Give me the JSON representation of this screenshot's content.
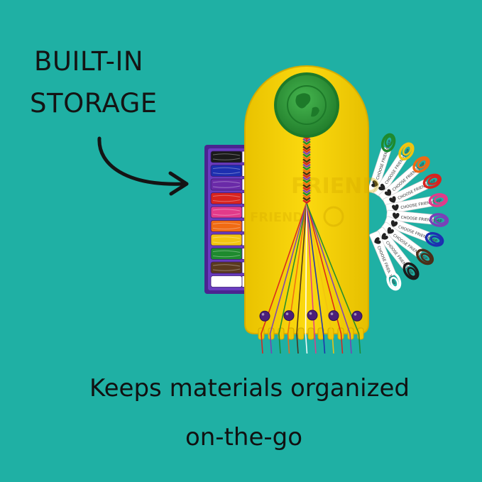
{
  "callout": {
    "line1": "BUILT-IN",
    "line2": "STORAGE"
  },
  "caption": {
    "line1": "Keeps materials organized",
    "line2": "on-the-go"
  },
  "product": {
    "label_text": "CHOOSE FRIENDSHIP",
    "loom_words": [
      "FRIEND",
      "FRIEND"
    ],
    "storage_thread_colors": [
      "#1a1a1a",
      "#1d2fb0",
      "#6a2aa8",
      "#d8231f",
      "#e23a8a",
      "#ef6a13",
      "#f2c40f",
      "#1e8a2e",
      "#5a3a1e",
      "#ffffff"
    ],
    "fan_thread_colors": [
      "#1e8a2e",
      "#f2c40f",
      "#ef6a13",
      "#d8231f",
      "#e23a8a",
      "#7b3fb8",
      "#1d2fb0",
      "#4a2e18",
      "#1a1a1a",
      "#ffffff"
    ],
    "bead_color": "#4b1f7a"
  },
  "colors": {
    "background": "#1fb0a4",
    "loom": "#f6d20b",
    "dial": "#2f9a3a",
    "storage_tray": "#5a2ea6"
  }
}
